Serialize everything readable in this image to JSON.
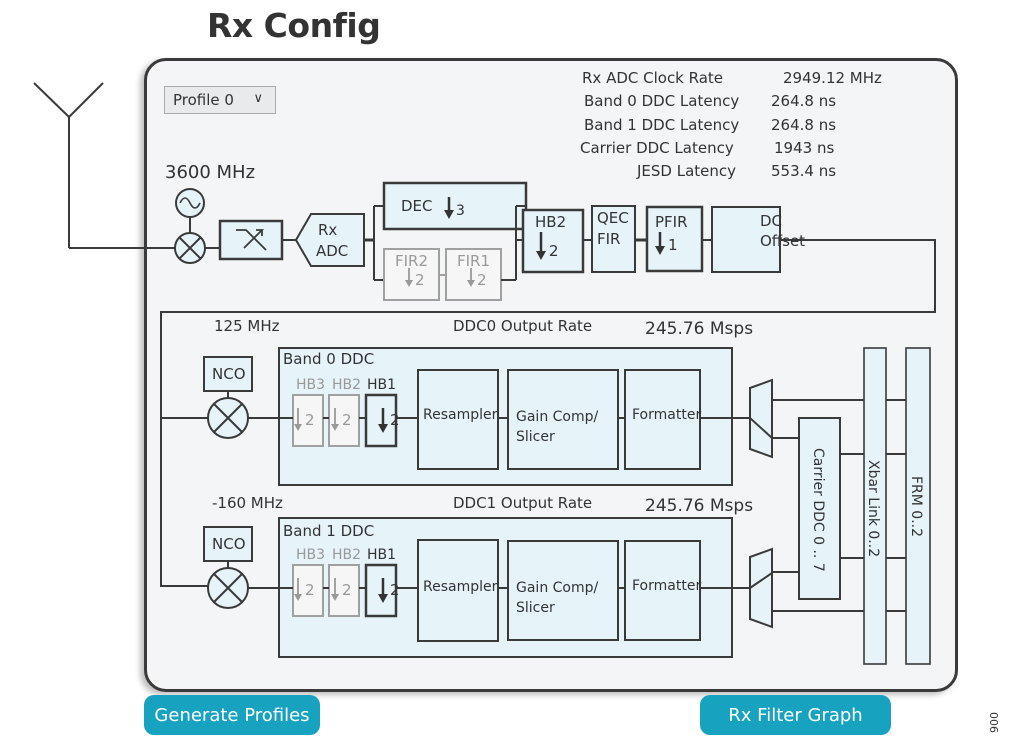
{
  "title": "Rx Config",
  "profile_select": {
    "value": "Profile 0",
    "icon": "chevron-down-icon"
  },
  "stats": [
    {
      "label": "Rx ADC Clock Rate",
      "value": "2949.12 MHz"
    },
    {
      "label": "Band 0 DDC Latency",
      "value": "264.8 ns"
    },
    {
      "label": "Band 1 DDC Latency",
      "value": "264.8 ns"
    },
    {
      "label": "Carrier DDC Latency",
      "value": "1943 ns"
    },
    {
      "label": "JESD Latency",
      "value": "553.4 ns"
    }
  ],
  "lo_freq": "3600 MHz",
  "front_end": {
    "adc_line1": "Rx",
    "adc_line2": "ADC",
    "dec": "DEC",
    "dec_factor": "3",
    "fir2": "FIR2",
    "fir1": "FIR1",
    "fir_factor": "2",
    "hb2": "HB2",
    "hb2_factor": "2",
    "qec_line1": "QEC",
    "qec_line2": "FIR",
    "pfir": "PFIR",
    "pfir_factor": "1",
    "dc_line1": "DC",
    "dc_line2": "Offset"
  },
  "bands": [
    {
      "nco_freq": "125 MHz",
      "output_rate_label": "DDC0 Output Rate",
      "output_rate_value": "245.76 Msps",
      "name": "Band 0 DDC",
      "nco": "NCO",
      "hb3": "HB3",
      "hb2": "HB2",
      "hb1": "HB1",
      "factor": "2",
      "resampler": "Resampler",
      "gain_line1": "Gain Comp/",
      "gain_line2": "Slicer",
      "formatter": "Formatter"
    },
    {
      "nco_freq": "-160 MHz",
      "output_rate_label": "DDC1 Output Rate",
      "output_rate_value": "245.76 Msps",
      "name": "Band 1 DDC",
      "nco": "NCO",
      "hb3": "HB3",
      "hb2": "HB2",
      "hb1": "HB1",
      "factor": "2",
      "resampler": "Resampler",
      "gain_line1": "Gain Comp/",
      "gain_line2": "Slicer",
      "formatter": "Formatter"
    }
  ],
  "carrier_ddc": "Carrier DDC 0 .. 7",
  "xbar_link": "Xbar Link 0..2",
  "frm": "FRM 0..2",
  "buttons": {
    "generate_profiles": "Generate Profiles",
    "rx_filter_graph": "Rx Filter Graph"
  },
  "figure_number": "006",
  "colors": {
    "block_fill": "#e6f4fa",
    "disabled_stroke": "#a0a0a0",
    "button": "#17a2c0",
    "panel_bg": "#f4f5f7"
  }
}
